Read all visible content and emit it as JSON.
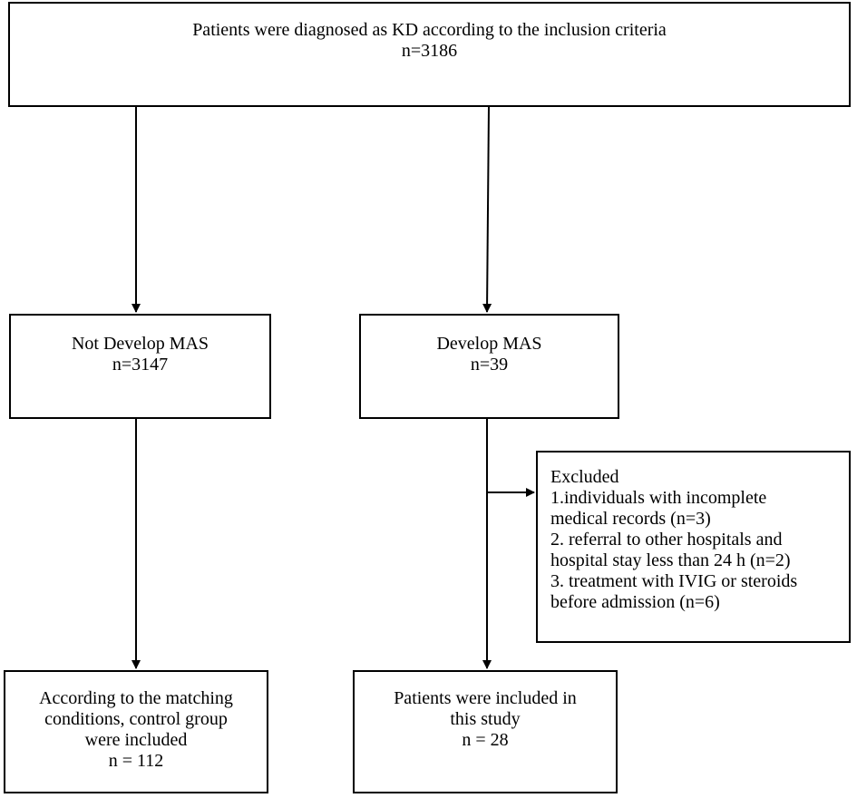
{
  "top": {
    "title": "Patients were diagnosed as KD according to the inclusion criteria",
    "count": "n=3186"
  },
  "not_develop": {
    "title": "Not Develop MAS",
    "count": "n=3147"
  },
  "develop": {
    "title": "Develop MAS",
    "count": "n=39"
  },
  "excluded": {
    "lines": [
      "Excluded",
      "1.individuals with incomplete",
      "medical records (n=3)",
      "2. referral to other hospitals and",
      "hospital stay less than 24 h (n=2)",
      "3. treatment with IVIG or steroids",
      "before admission (n=6)"
    ]
  },
  "control": {
    "lines": [
      "According to the matching",
      "conditions, control group",
      "were included"
    ],
    "count": "n = 112"
  },
  "included": {
    "lines": [
      "Patients were included in",
      "this study"
    ],
    "count": "n = 28"
  }
}
